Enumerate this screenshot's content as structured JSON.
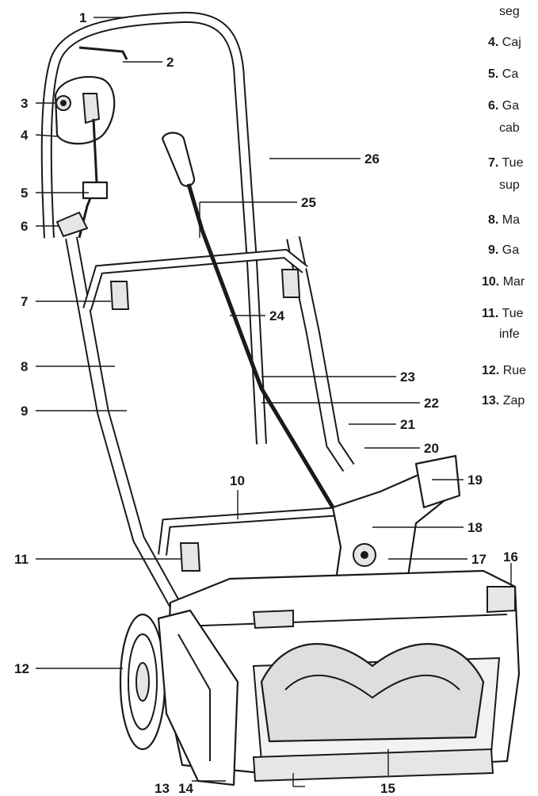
{
  "callouts": [
    "1",
    "2",
    "3",
    "4",
    "5",
    "6",
    "7",
    "8",
    "9",
    "10",
    "11",
    "12",
    "13",
    "14",
    "15",
    "16",
    "17",
    "18",
    "19",
    "20",
    "21",
    "22",
    "23",
    "24",
    "25",
    "26"
  ],
  "legend": [
    {
      "num": "",
      "text": "seg"
    },
    {
      "num": "4.",
      "text": "Caj"
    },
    {
      "num": "5.",
      "text": "Ca"
    },
    {
      "num": "6.",
      "text": "Ga"
    },
    {
      "num": "",
      "text": "cab"
    },
    {
      "num": "7.",
      "text": "Tue"
    },
    {
      "num": "",
      "text": "sup"
    },
    {
      "num": "8.",
      "text": "Ma"
    },
    {
      "num": "9.",
      "text": "Ga"
    },
    {
      "num": "10.",
      "text": "Mar"
    },
    {
      "num": "11.",
      "text": "Tue"
    },
    {
      "num": "",
      "text": "infe"
    },
    {
      "num": "12.",
      "text": "Rue"
    },
    {
      "num": "13.",
      "text": "Zap"
    }
  ]
}
